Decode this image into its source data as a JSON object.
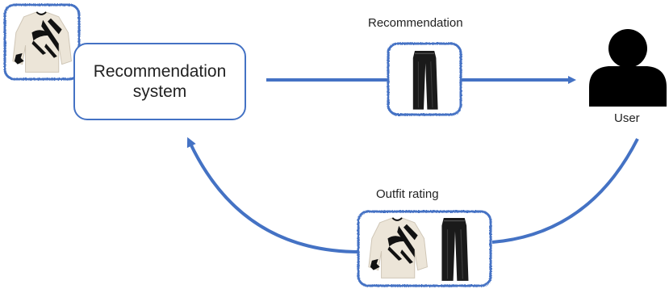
{
  "system": {
    "line1": "Recommendation",
    "line2": "system"
  },
  "labels": {
    "recommendation": "Recommendation",
    "user": "User",
    "rating": "Outfit rating"
  },
  "colors": {
    "accent": "#4472c4",
    "ink": "#111111",
    "sweater": "#ece5d8"
  }
}
